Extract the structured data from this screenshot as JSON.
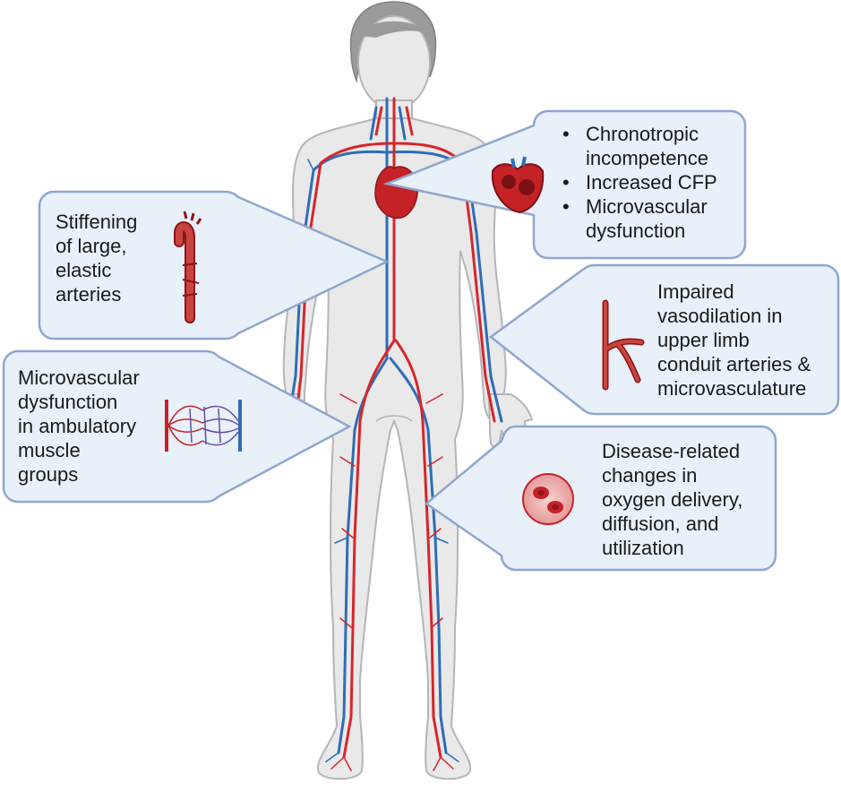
{
  "callouts": {
    "heart": {
      "items": [
        "Chronotropic\nincompetence",
        "Increased CFP",
        "Microvascular\ndysfunction"
      ],
      "icon": "heart-icon"
    },
    "aorta": {
      "text": "Stiffening\nof large,\nelastic\narteries",
      "icon": "aorta-icon"
    },
    "arm": {
      "text": "Impaired\nvasodilation in\nupper limb\nconduit arteries &\nmicrovasculature",
      "icon": "branching-artery-icon"
    },
    "muscle": {
      "text": "Microvascular\ndysfunction\nin ambulatory\nmuscle\ngroups",
      "icon": "capillary-bed-icon"
    },
    "oxygen": {
      "text": "Disease-related\nchanges in\noxygen delivery,\ndiffusion, and\nutilization",
      "icon": "red-blood-cell-icon"
    }
  },
  "colors": {
    "callout_fill": "#e8f0fa",
    "callout_stroke": "#8fa6cf",
    "artery": "#d6262b",
    "vein": "#2f6db5",
    "body_fill": "#e9e9ea",
    "body_stroke": "#b5b5b8"
  }
}
